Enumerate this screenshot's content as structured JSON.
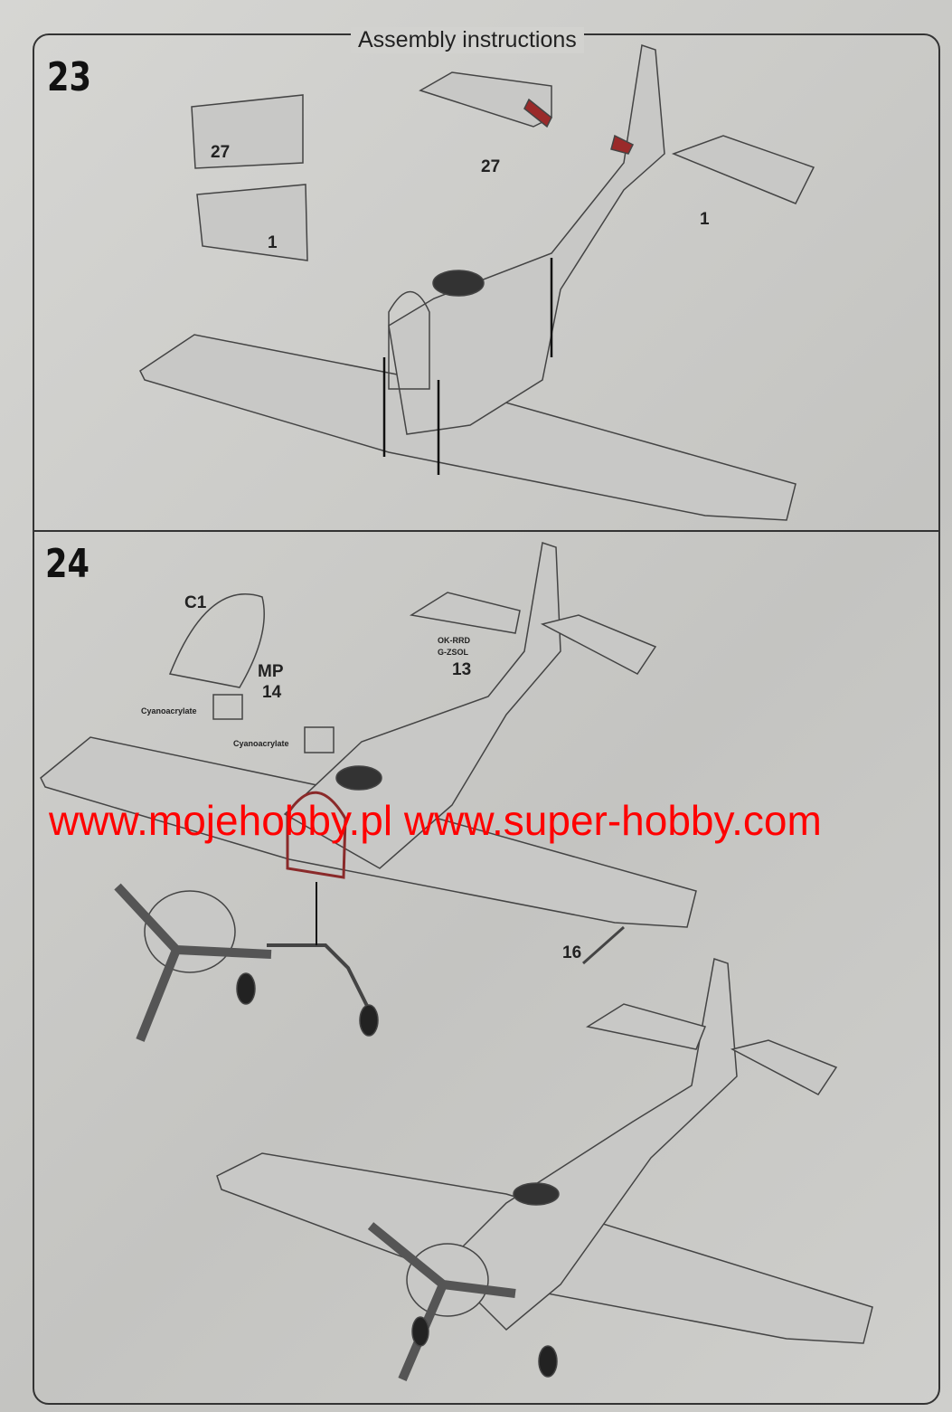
{
  "header": {
    "title": "Assembly instructions"
  },
  "steps": [
    {
      "number": "23",
      "parts": {
        "left_stab": "27",
        "right_stab": "1",
        "arrow_left": "27",
        "arrow_right": "1"
      }
    },
    {
      "number": "24",
      "parts": {
        "canopy": "C1",
        "mask": "MP",
        "mask_num": "14",
        "glue1": "Cyanoacrylate",
        "glue2": "Cyanoacrylate",
        "decal": "OK-RRD",
        "decal2": "G-ZSOL",
        "antenna": "13",
        "pitot": "16"
      }
    }
  ],
  "watermark": "www.mojehobby.pl www.super-hobby.com",
  "colors": {
    "accent": "#ff0000",
    "part_red": "#9a2a2a",
    "paper": "#d2d2cf"
  }
}
